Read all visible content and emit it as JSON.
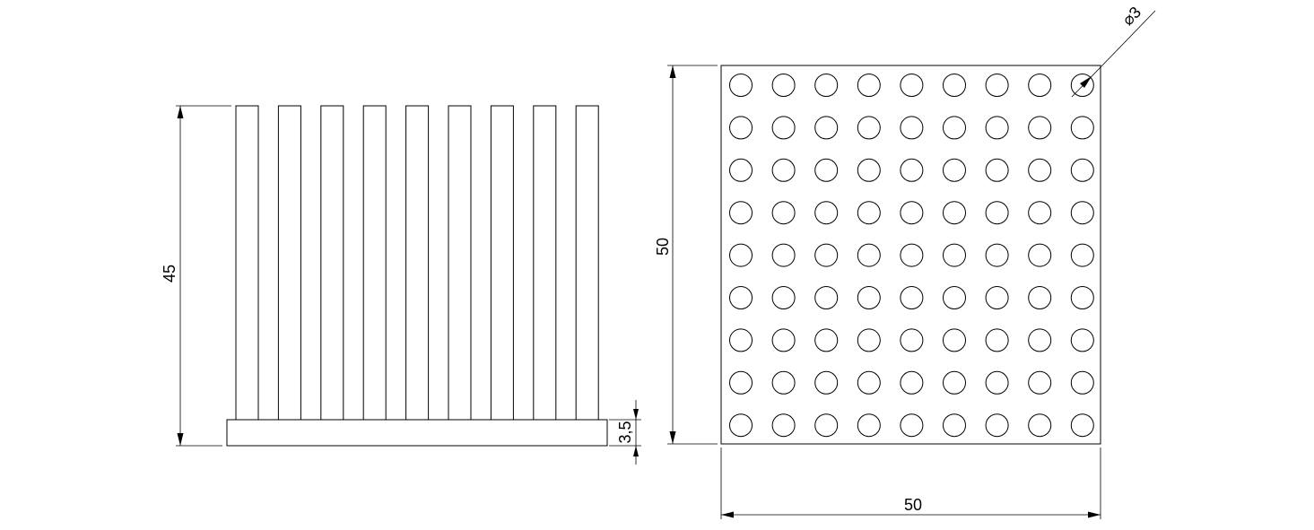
{
  "side_view": {
    "fin_count": 9,
    "height_label": "45",
    "base_label": "3,5"
  },
  "top_view": {
    "pin_rows": 9,
    "pin_cols": 9,
    "height_label": "50",
    "width_label": "50",
    "pin_diameter_label": "⌀3"
  },
  "colors": {
    "line": "#000000",
    "background": "#ffffff"
  }
}
